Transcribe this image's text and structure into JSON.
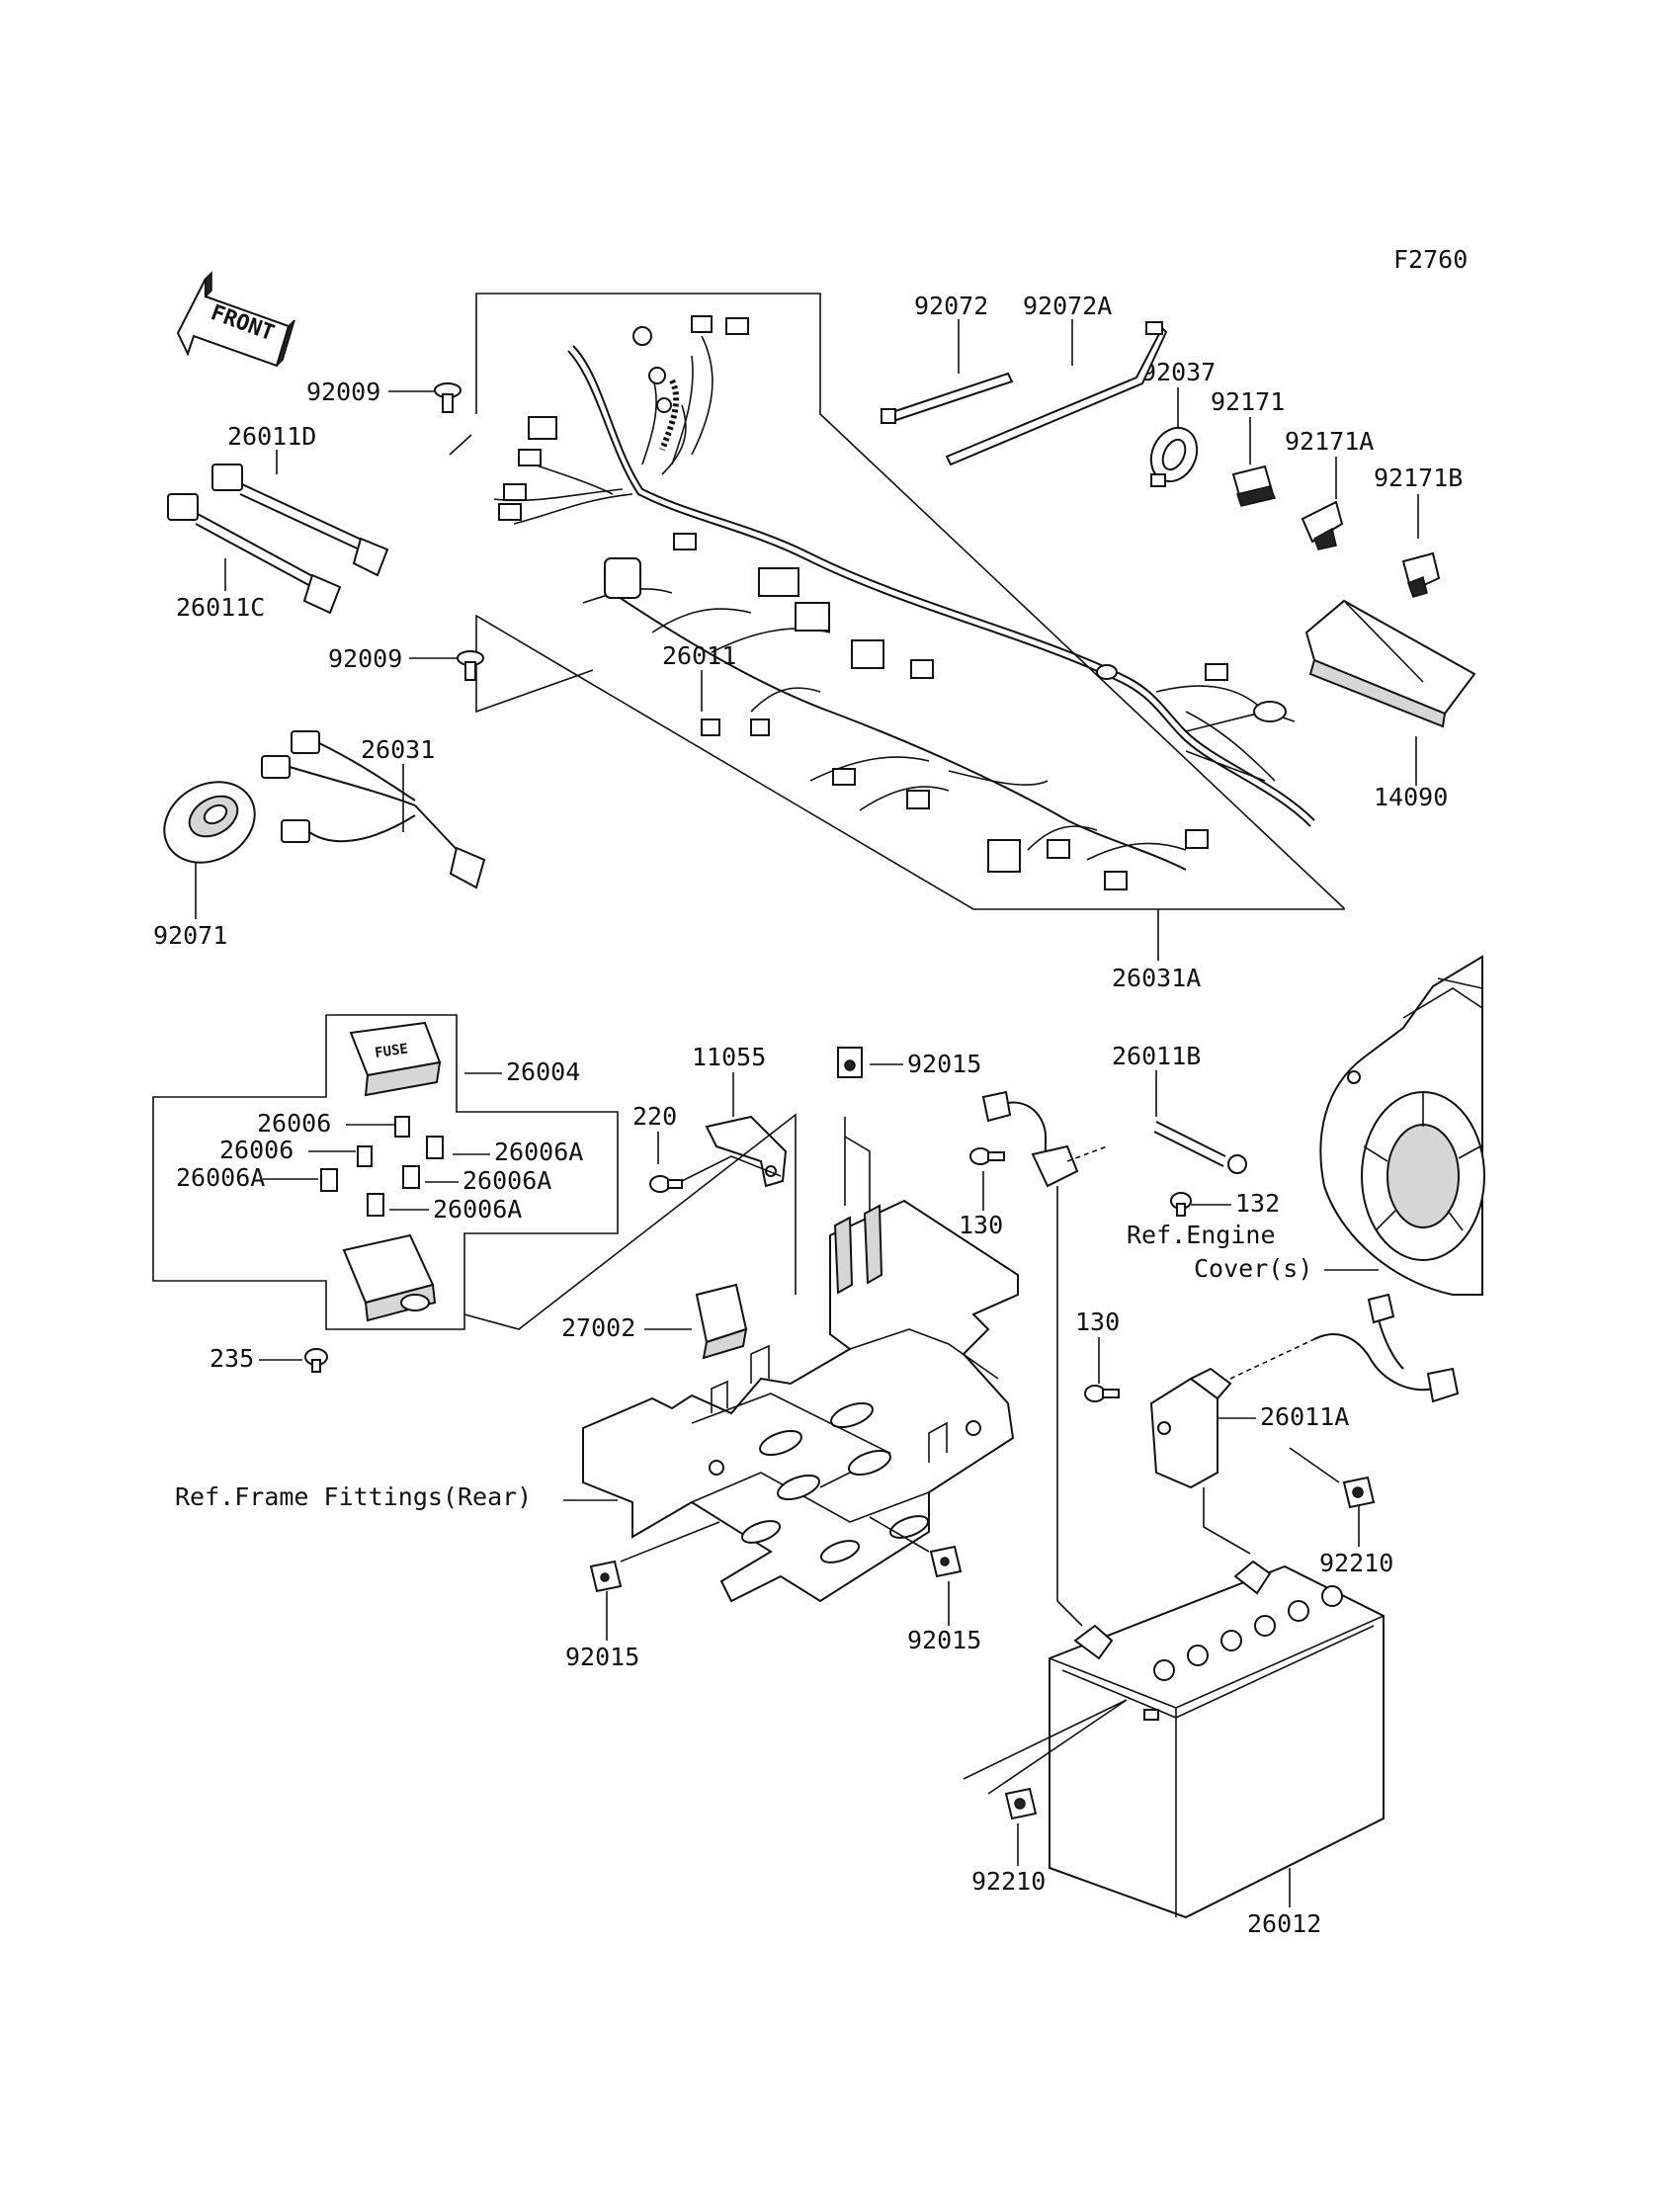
{
  "figure_code": "F2760",
  "front_marker": "FRONT",
  "fuse_label": "FUSE",
  "labels": {
    "p92072": "92072",
    "p92072A": "92072A",
    "p92037": "92037",
    "p92171": "92171",
    "p92171A": "92171A",
    "p92171B": "92171B",
    "p92009_top": "92009",
    "p26011D": "26011D",
    "p26011C": "26011C",
    "p92009_mid": "92009",
    "p26011": "26011",
    "p14090": "14090",
    "p26031": "26031",
    "p92071": "92071",
    "p26031A": "26031A",
    "p26004": "26004",
    "p26006_a": "26006",
    "p26006A_a": "26006A",
    "p26006_b": "26006",
    "p26006A_b": "26006A",
    "p26006A_c": "26006A",
    "p26006A_d": "26006A",
    "p235": "235",
    "p11055": "11055",
    "p92015_top": "92015",
    "p220": "220",
    "p27002": "27002",
    "p26011B": "26011B",
    "p130_top": "130",
    "p132": "132",
    "ref_engine_1": "Ref.Engine",
    "ref_engine_2": "Cover(s)",
    "p130_mid": "130",
    "p26011A": "26011A",
    "ref_frame": "Ref.Frame Fittings(Rear)",
    "p92210_right": "92210",
    "p92015_left": "92015",
    "p92015_right": "92015",
    "p92210_bottom": "92210",
    "p26012": "26012"
  }
}
